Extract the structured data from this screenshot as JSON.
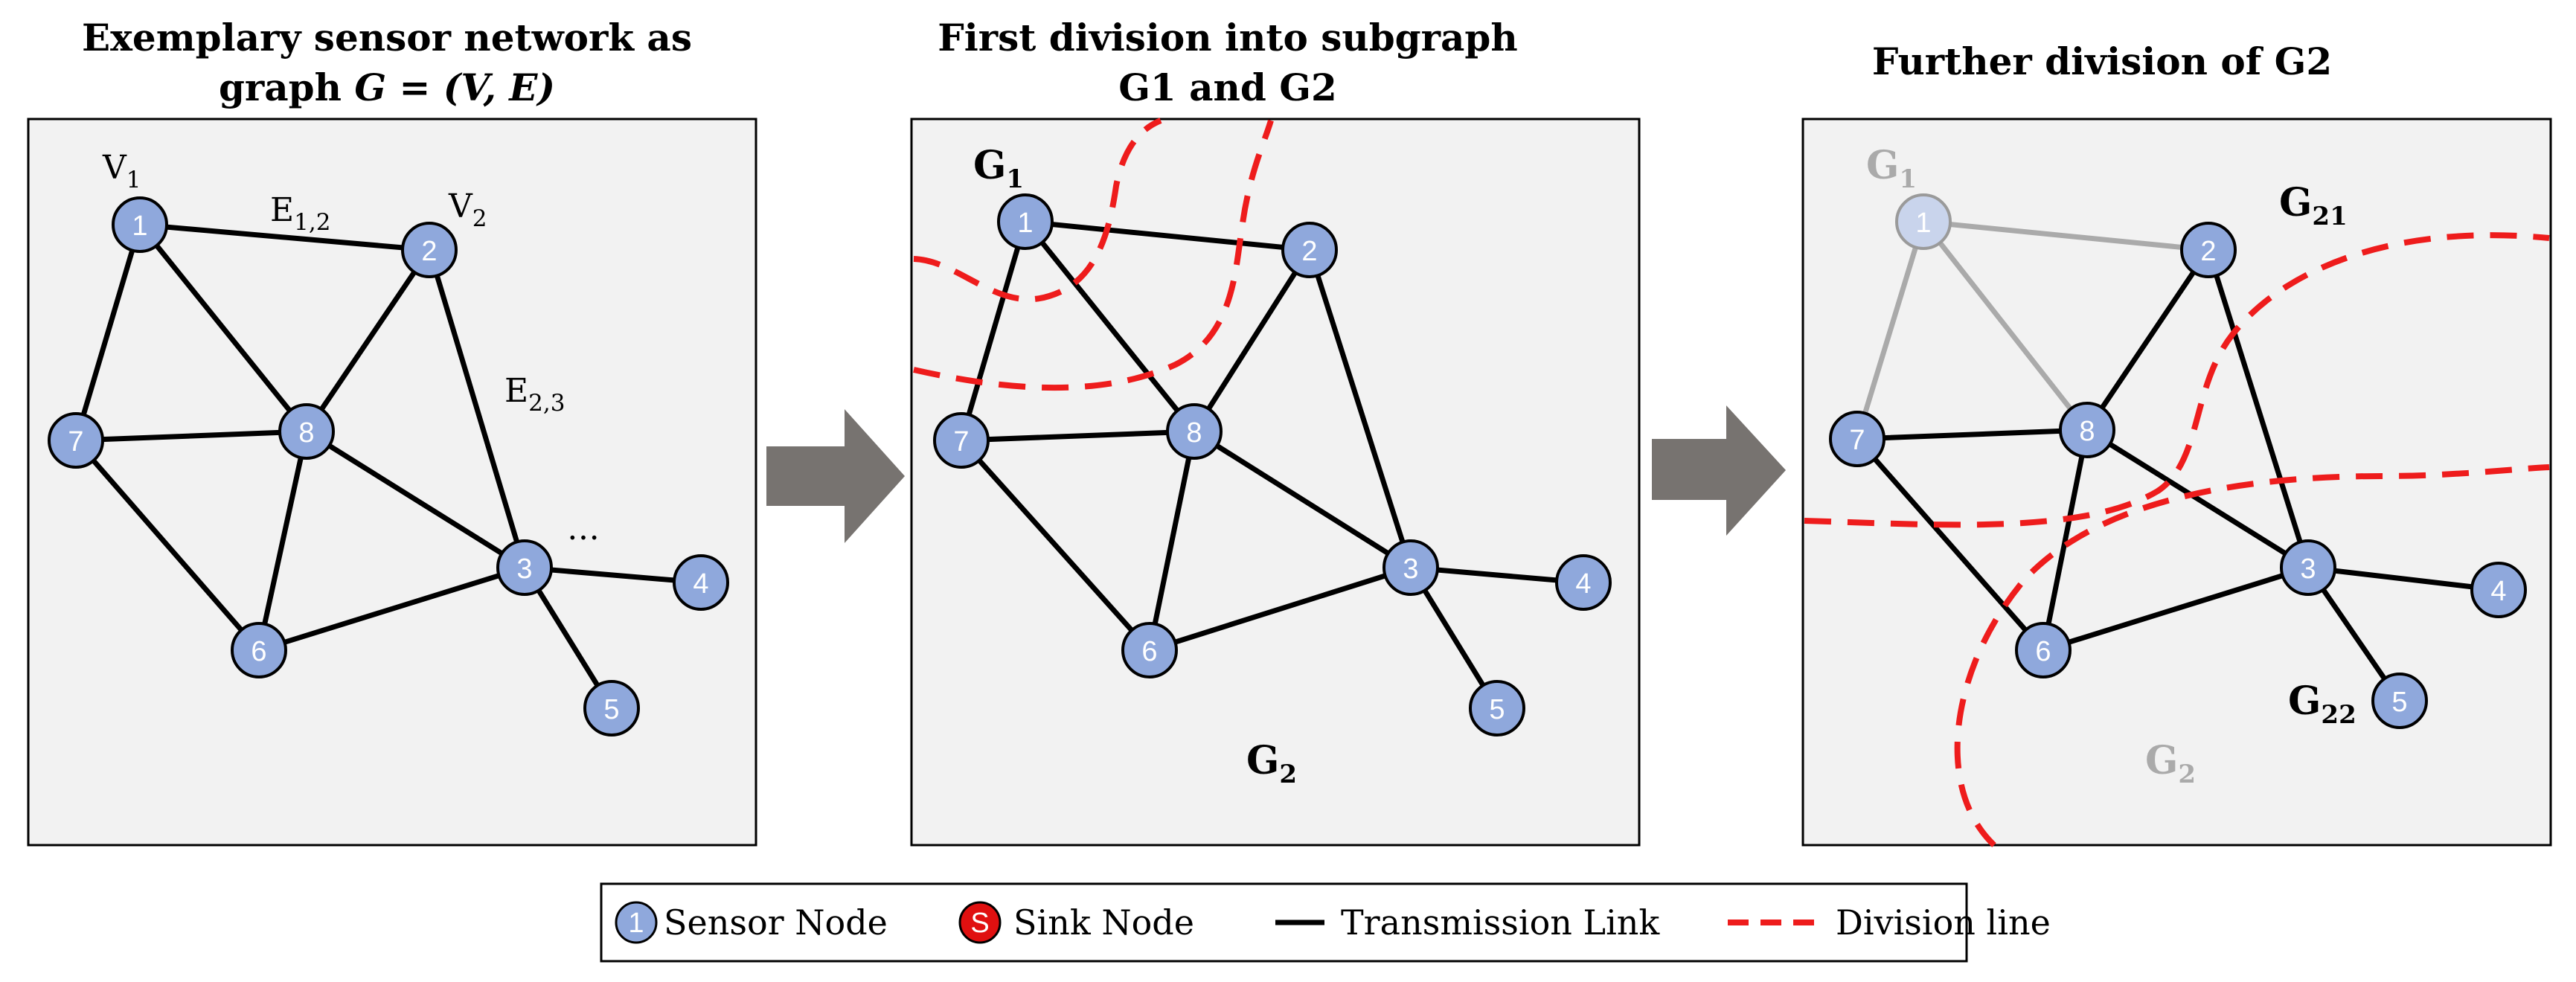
{
  "panels": [
    {
      "title_line1": "Exemplary sensor network as",
      "title_line2_prefix": "graph ",
      "title_line2_math": "G = (V, E)",
      "labels": {
        "v1": "V",
        "v1_sub": "1",
        "v2": "V",
        "v2_sub": "2",
        "e12": "E",
        "e12_sub": "1,2",
        "e23": "E",
        "e23_sub": "2,3",
        "ellipsis": "…"
      }
    },
    {
      "title_line1": "First division into subgraph",
      "title_line2": "G1 and G2",
      "g1": "G",
      "g1_sub": "1",
      "g2": "G",
      "g2_sub": "2"
    },
    {
      "title_line1": "Further division of G2",
      "g1": "G",
      "g1_sub": "1",
      "g2": "G",
      "g2_sub": "2",
      "g21": "G",
      "g21_sub": "21",
      "g22": "G",
      "g22_sub": "22"
    }
  ],
  "nodes": [
    "1",
    "2",
    "3",
    "4",
    "5",
    "6",
    "7",
    "8"
  ],
  "edges": [
    [
      "1",
      "2"
    ],
    [
      "1",
      "7"
    ],
    [
      "1",
      "8"
    ],
    [
      "2",
      "8"
    ],
    [
      "2",
      "3"
    ],
    [
      "7",
      "8"
    ],
    [
      "7",
      "6"
    ],
    [
      "8",
      "6"
    ],
    [
      "8",
      "3"
    ],
    [
      "6",
      "3"
    ],
    [
      "3",
      "4"
    ],
    [
      "3",
      "5"
    ]
  ],
  "legend": {
    "sensor_symbol": "1",
    "sensor_label": "Sensor Node",
    "sink_symbol": "S",
    "sink_label": "Sink Node",
    "link_label": "Transmission Link",
    "division_label": "Division line"
  },
  "colors": {
    "node_fill": "#8fa8dc",
    "sink_fill": "#e01010",
    "division": "#ee1c1c",
    "panel_fill": "#f2f2f2",
    "arrow": "#777370",
    "faded": "#aaaaaa"
  }
}
